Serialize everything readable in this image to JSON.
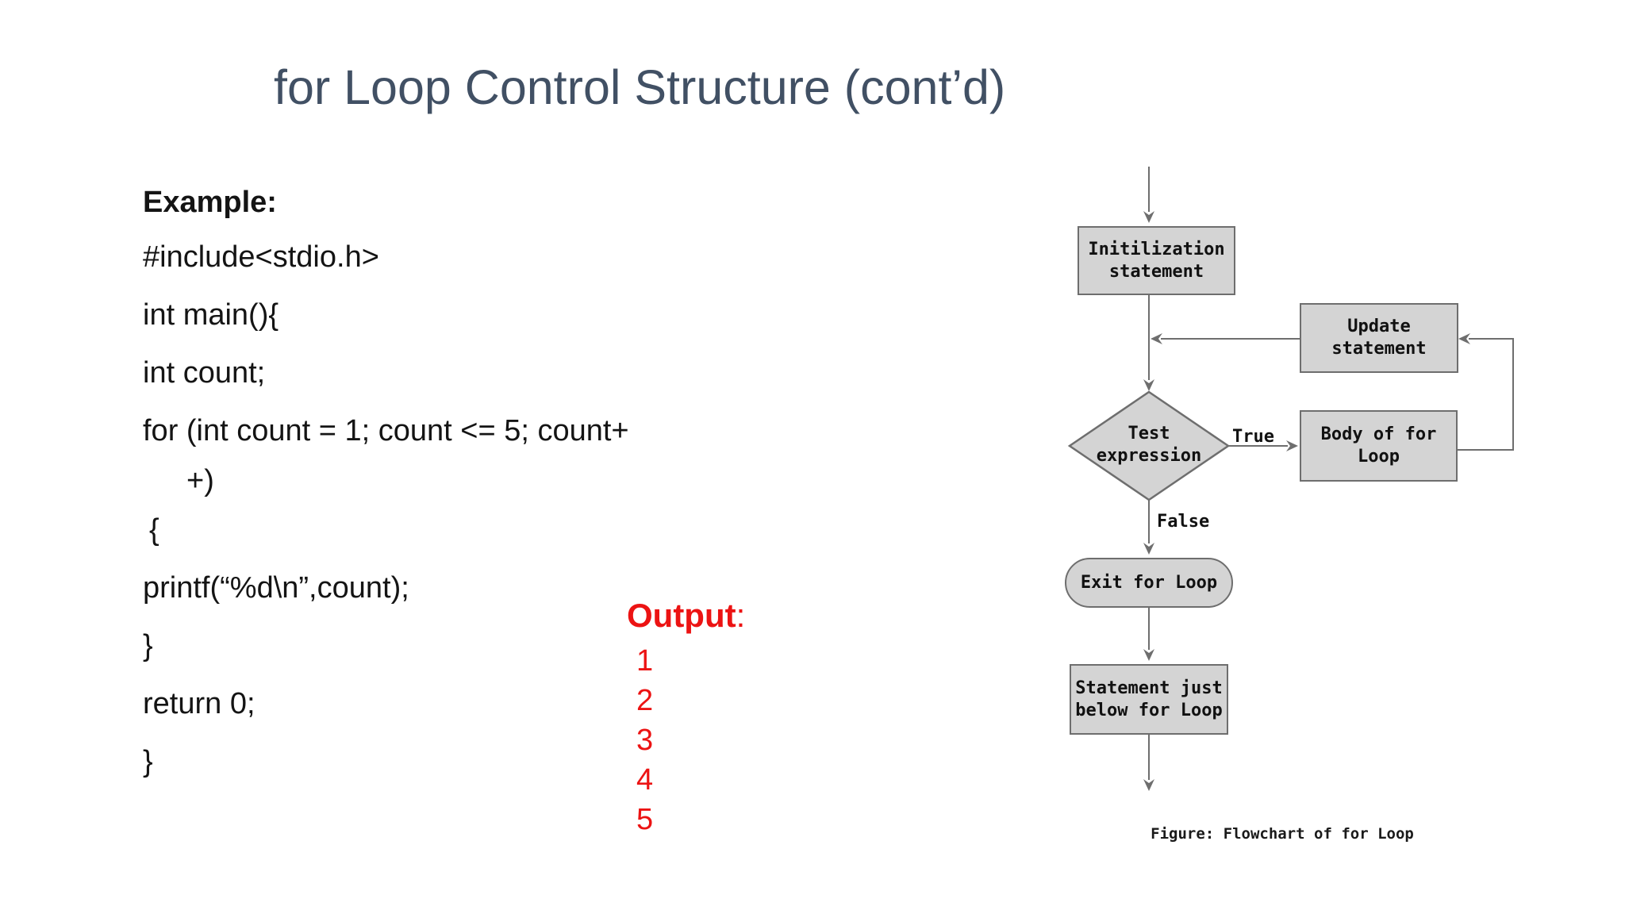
{
  "slide": {
    "title": "for Loop Control Structure (cont’d)"
  },
  "code": {
    "heading": "Example:",
    "lines": [
      "#include<stdio.h>",
      "int main(){",
      "int count;",
      "for (int count = 1; count <= 5; count+",
      "+)",
      "{",
      "printf(“%d\\n”,count);",
      "}",
      "return 0;",
      "}"
    ]
  },
  "output": {
    "label": "Output",
    "colon": ":",
    "values": [
      "1",
      "2",
      "3",
      "4",
      "5"
    ]
  },
  "flowchart": {
    "nodes": {
      "init": {
        "line1": "Initilization",
        "line2": "statement"
      },
      "update": {
        "line1": "Update",
        "line2": "statement"
      },
      "test": {
        "line1": "Test",
        "line2": "expression"
      },
      "body": {
        "line1": "Body of for",
        "line2": "Loop"
      },
      "exit": {
        "label": "Exit for Loop"
      },
      "below": {
        "line1": "Statement just",
        "line2": "below for Loop"
      }
    },
    "edges": {
      "true_label": "True",
      "false_label": "False"
    },
    "caption": "Figure: Flowchart of for Loop"
  },
  "colors": {
    "title": "#415064",
    "code_text": "#141414",
    "output_red": "#ec1313",
    "node_fill": "#d4d4d4",
    "node_border": "#6e6e6e",
    "connector": "#6e6e6e"
  }
}
